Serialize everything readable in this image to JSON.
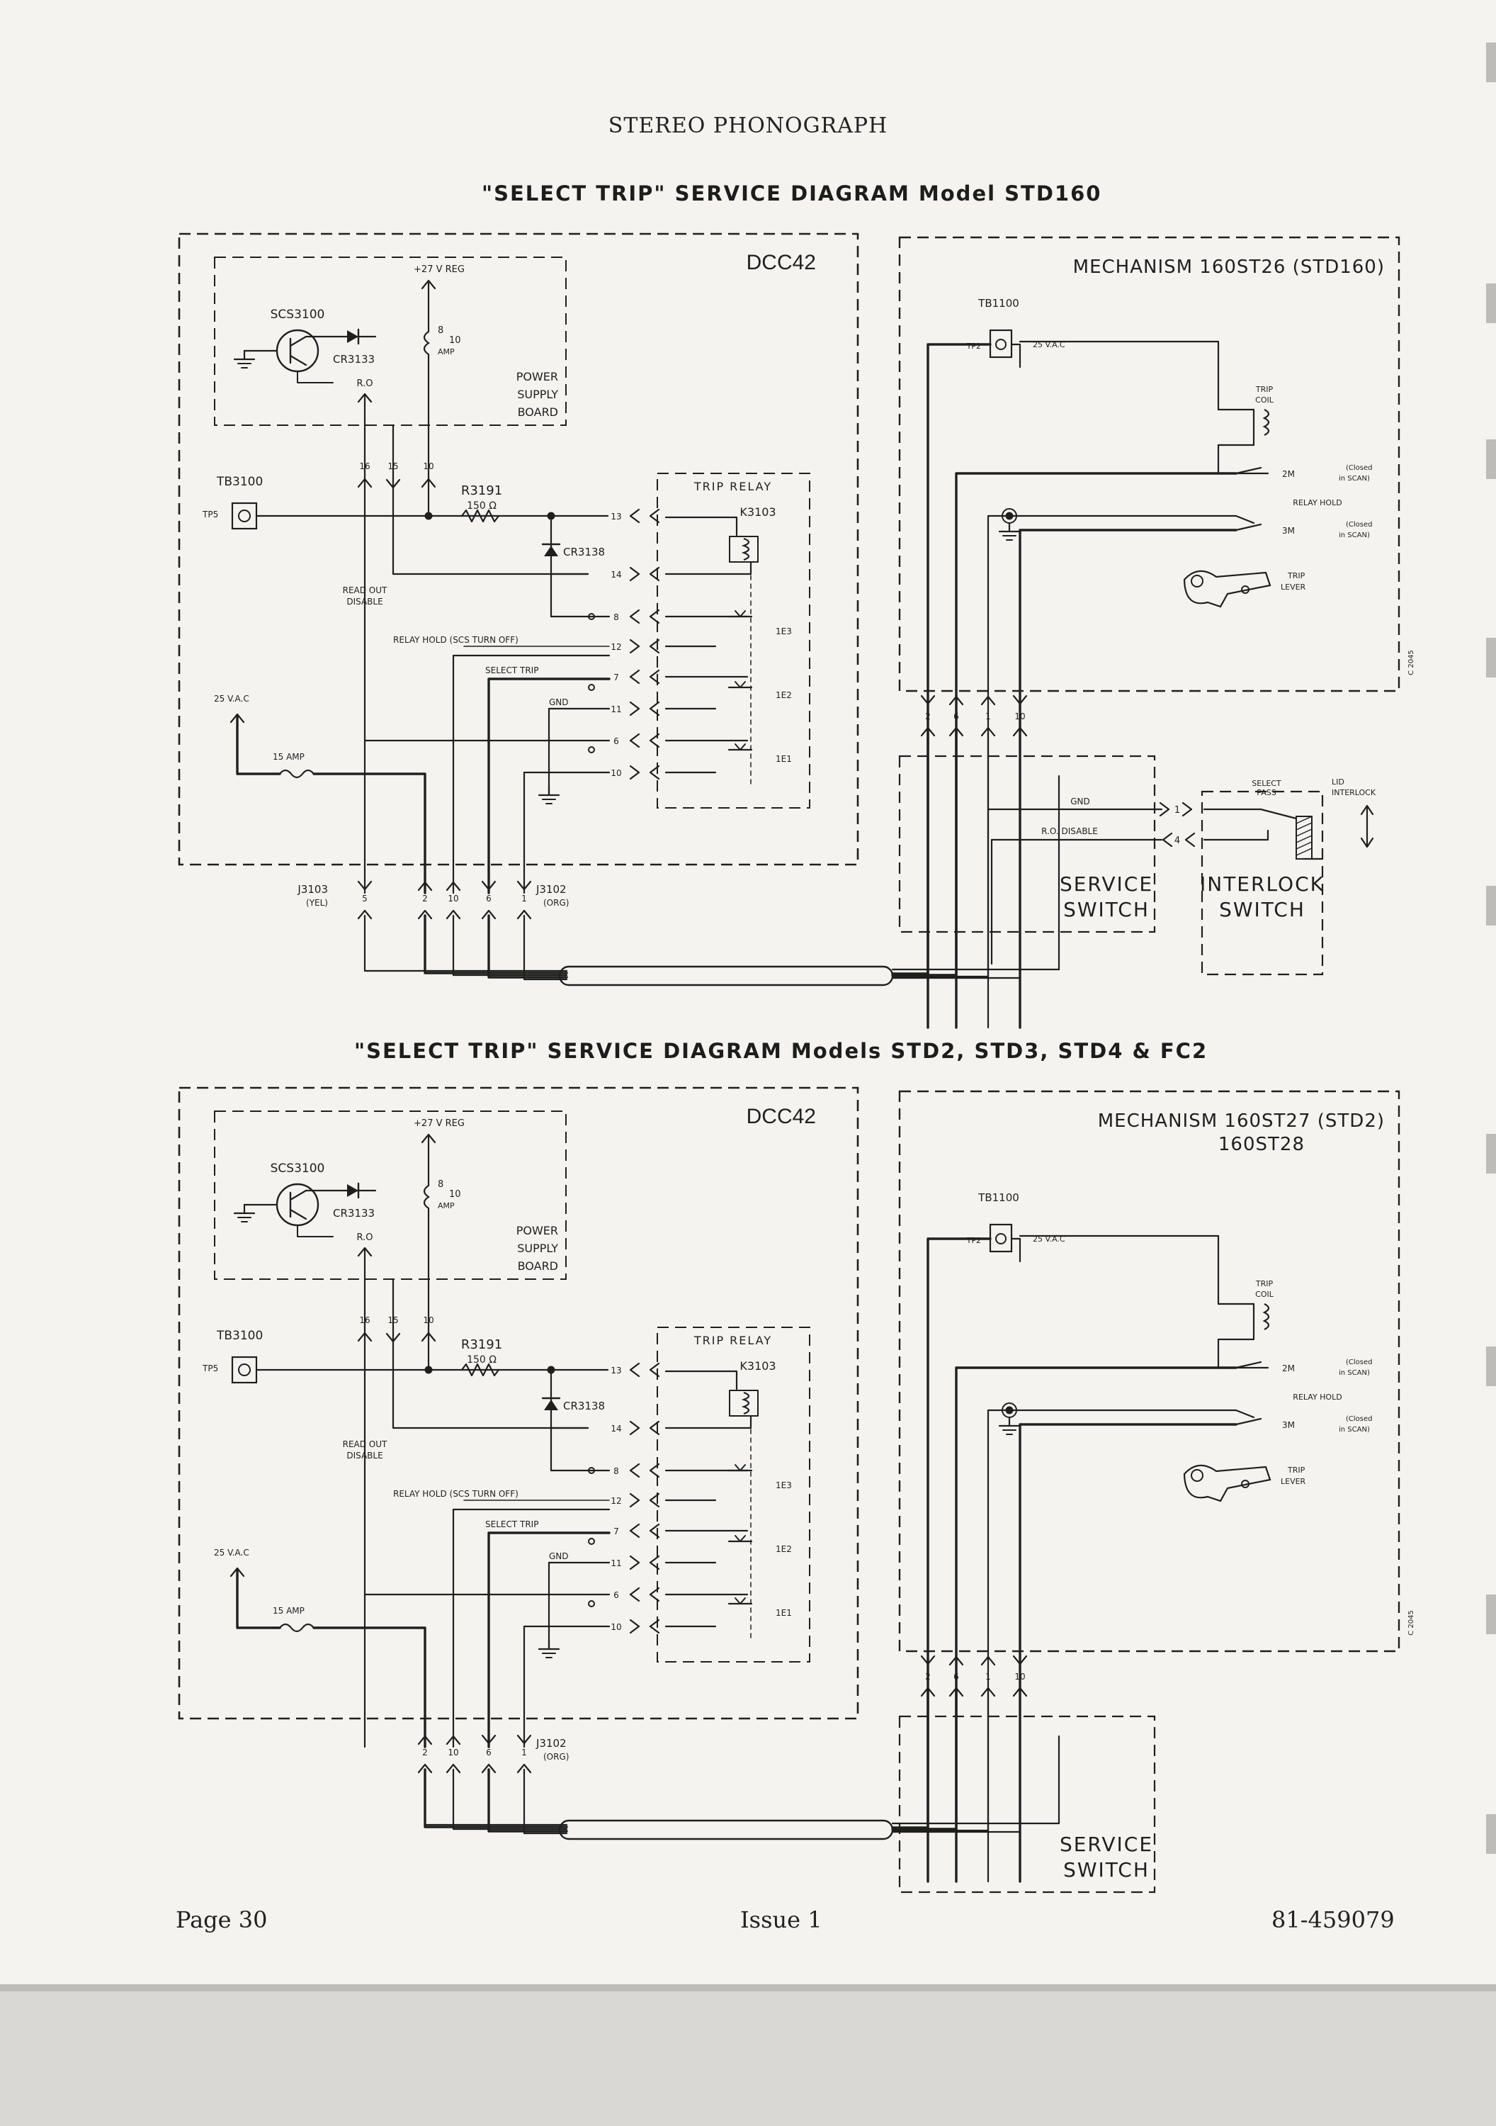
{
  "header": {
    "document_title": "STEREO PHONOGRAPH"
  },
  "diagram_top": {
    "title": "\"SELECT TRIP\" SERVICE DIAGRAM Model STD160",
    "dcc_label": "DCC42",
    "mechanism_title": "MECHANISM 160ST26 (STD160)",
    "power_supply": {
      "scr": "SCS3100",
      "diode": "CR3133",
      "reg": "+27 V REG",
      "fuse_num": "8",
      "fuse_den": "10",
      "fuse_unit": "AMP",
      "ro": "R.O",
      "board_1": "POWER",
      "board_2": "SUPPLY",
      "board_3": "BOARD",
      "pins": [
        "16",
        "15",
        "10"
      ]
    },
    "tb3100": "TB3100",
    "tp5": "TP5",
    "r3191": "R3191",
    "r3191_value": "150 Ω",
    "cr3138": "CR3138",
    "trip_relay": "TRIP RELAY",
    "k3103": "K3103",
    "relay_pins": [
      "13",
      "14",
      "8",
      "12",
      "7",
      "11",
      "6",
      "10"
    ],
    "read_out_1": "READ OUT",
    "read_out_2": "DISABLE",
    "relay_hold": "RELAY HOLD (SCS TURN OFF)",
    "select_trip": "SELECT TRIP",
    "gnd": "GND",
    "contacts": [
      "1E3",
      "1E2",
      "1E1"
    ],
    "vac": "25 V.A.C",
    "fuse_15": "15 AMP",
    "j3103": "J3103",
    "j3103_color": "(YEL)",
    "j3103_pin": "5",
    "j3102": "J3102",
    "j3102_color": "(ORG)",
    "bottom_pins": [
      "2",
      "10",
      "6",
      "1"
    ],
    "tb1100": "TB1100",
    "tp2": "TP2",
    "vac_25": "25 V.A.C",
    "trip_coil_1": "TRIP",
    "trip_coil_2": "COIL",
    "sw_2m": "2M",
    "sw_3m": "3M",
    "closed_1": "(Closed",
    "closed_2": "in SCAN)",
    "relay_hold_mech": "RELAY HOLD",
    "trip_lever_1": "TRIP",
    "trip_lever_2": "LEVER",
    "mech_code": "C 2045",
    "mech_pins": [
      "2",
      "6",
      "1",
      "10"
    ],
    "gnd_switch": "GND",
    "ro_disable": "R.O. DISABLE",
    "interlock_pins": [
      "1",
      "4"
    ],
    "select_pass_1": "SELECT",
    "select_pass_2": "PASS",
    "lid_1": "LID",
    "lid_2": "INTERLOCK",
    "service_1": "SERVICE",
    "service_2": "SWITCH",
    "interlock_1": "INTERLOCK",
    "interlock_2": "SWITCH"
  },
  "diagram_bottom": {
    "title": "\"SELECT TRIP\" SERVICE DIAGRAM Models STD2, STD3, STD4 & FC2",
    "dcc_label": "DCC42",
    "mechanism_title_1": "MECHANISM 160ST27 (STD2)",
    "mechanism_title_2": "160ST28",
    "power_supply": {
      "scr": "SCS3100",
      "diode": "CR3133",
      "reg": "+27 V REG",
      "fuse_num": "8",
      "fuse_den": "10",
      "fuse_unit": "AMP",
      "ro": "R.O",
      "board_1": "POWER",
      "board_2": "SUPPLY",
      "board_3": "BOARD",
      "pins": [
        "16",
        "15",
        "10"
      ]
    },
    "tb3100": "TB3100",
    "tp5": "TP5",
    "r3191": "R3191",
    "r3191_value": "150 Ω",
    "cr3138": "CR3138",
    "trip_relay": "TRIP RELAY",
    "k3103": "K3103",
    "relay_pins": [
      "13",
      "14",
      "8",
      "12",
      "7",
      "11",
      "6",
      "10"
    ],
    "read_out_1": "READ OUT",
    "read_out_2": "DISABLE",
    "relay_hold": "RELAY HOLD (SCS TURN OFF)",
    "select_trip": "SELECT TRIP",
    "gnd": "GND",
    "contacts": [
      "1E3",
      "1E2",
      "1E1"
    ],
    "vac": "25 V.A.C",
    "fuse_15": "15 AMP",
    "j3102": "J3102",
    "j3102_color": "(ORG)",
    "bottom_pins": [
      "2",
      "10",
      "6",
      "1"
    ],
    "tb1100": "TB1100",
    "tp2": "TP2",
    "vac_25": "25 V.A.C",
    "trip_coil_1": "TRIP",
    "trip_coil_2": "COIL",
    "sw_2m": "2M",
    "sw_3m": "3M",
    "closed_1": "(Closed",
    "closed_2": "in SCAN)",
    "relay_hold_mech": "RELAY HOLD",
    "trip_lever_1": "TRIP",
    "trip_lever_2": "LEVER",
    "mech_code": "C 2045",
    "mech_pins": [
      "2",
      "6",
      "1",
      "10"
    ],
    "service_1": "SERVICE",
    "service_2": "SWITCH"
  },
  "footer": {
    "page": "Page 30",
    "issue": "Issue 1",
    "part_number": "81-459079"
  }
}
